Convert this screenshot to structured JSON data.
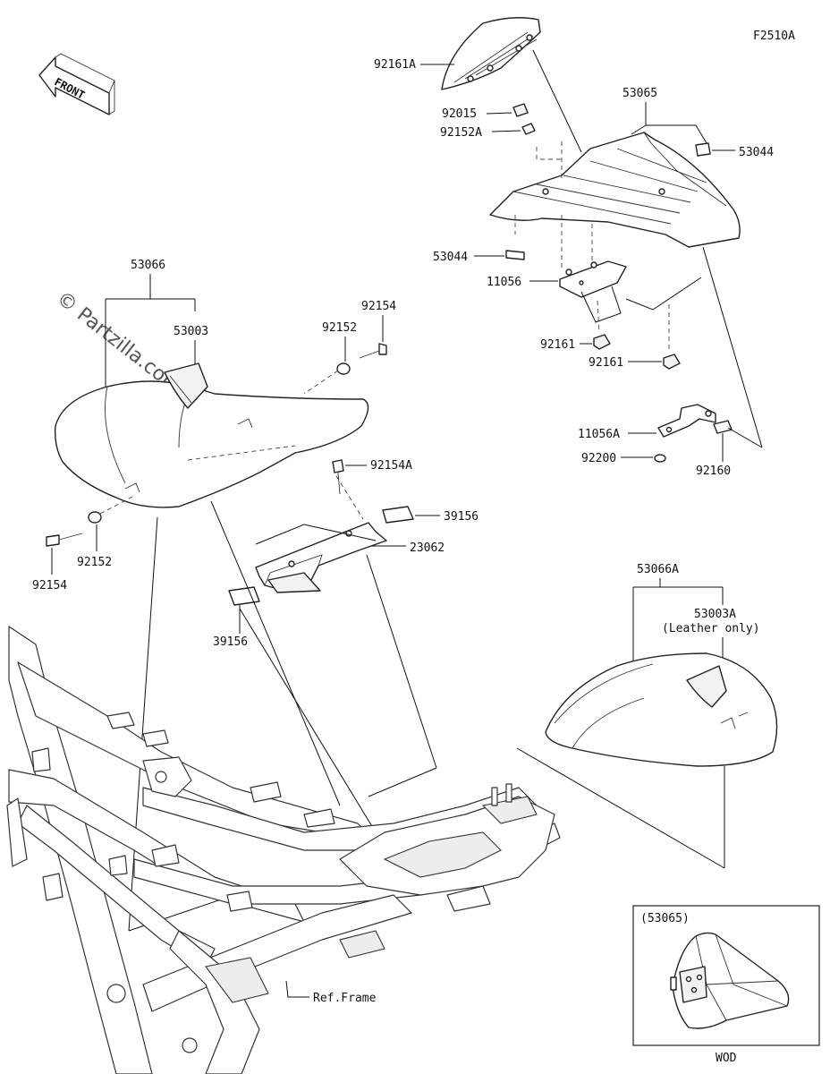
{
  "figure_code": "F2510A",
  "front_label": "FRONT",
  "watermark": "© Partzilla.com",
  "labels": {
    "p92161A": "92161A",
    "p53065": "53065",
    "p92015": "92015",
    "p92152A": "92152A",
    "p53044_top": "53044",
    "p53044_left": "53044",
    "p11056": "11056",
    "p92161_a": "92161",
    "p92161_b": "92161",
    "p53066": "53066",
    "p53003": "53003",
    "p92154_top": "92154",
    "p92152_top": "92152",
    "p92154A": "92154A",
    "p39156_right": "39156",
    "p23062": "23062",
    "p39156_left": "39156",
    "p92152_bottom": "92152",
    "p92154_bottom": "92154",
    "p11056A": "11056A",
    "p92200": "92200",
    "p92160": "92160",
    "p53066A": "53066A",
    "p53003A": "53003A",
    "leather_only": "(Leather only)",
    "ref_frame": "Ref.Frame"
  },
  "inset": {
    "title": "(53065)",
    "caption": "WOD"
  }
}
